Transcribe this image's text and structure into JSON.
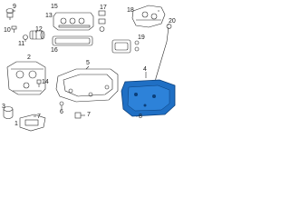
{
  "callouts": [
    {
      "id": "c1",
      "text": "1"
    },
    {
      "id": "c2",
      "text": "2"
    },
    {
      "id": "c3",
      "text": "3"
    },
    {
      "id": "c4",
      "text": "4"
    },
    {
      "id": "c5",
      "text": "5"
    },
    {
      "id": "c6",
      "text": "6"
    },
    {
      "id": "c7a",
      "text": "7"
    },
    {
      "id": "c7b",
      "text": "7"
    },
    {
      "id": "c8",
      "text": "8"
    },
    {
      "id": "c9",
      "text": "9"
    },
    {
      "id": "c10",
      "text": "10"
    },
    {
      "id": "c11",
      "text": "11"
    },
    {
      "id": "c12",
      "text": "12"
    },
    {
      "id": "c13",
      "text": "13"
    },
    {
      "id": "c14",
      "text": "14"
    },
    {
      "id": "c15",
      "text": "15"
    },
    {
      "id": "c16",
      "text": "16"
    },
    {
      "id": "c17",
      "text": "17"
    },
    {
      "id": "c18",
      "text": "18"
    },
    {
      "id": "c19",
      "text": "19"
    },
    {
      "id": "c20",
      "text": "20"
    }
  ],
  "colors": {
    "line": "#2b2b2b",
    "highlight_fill": "#1f6fc4",
    "highlight_stroke": "#0b3f7a"
  }
}
